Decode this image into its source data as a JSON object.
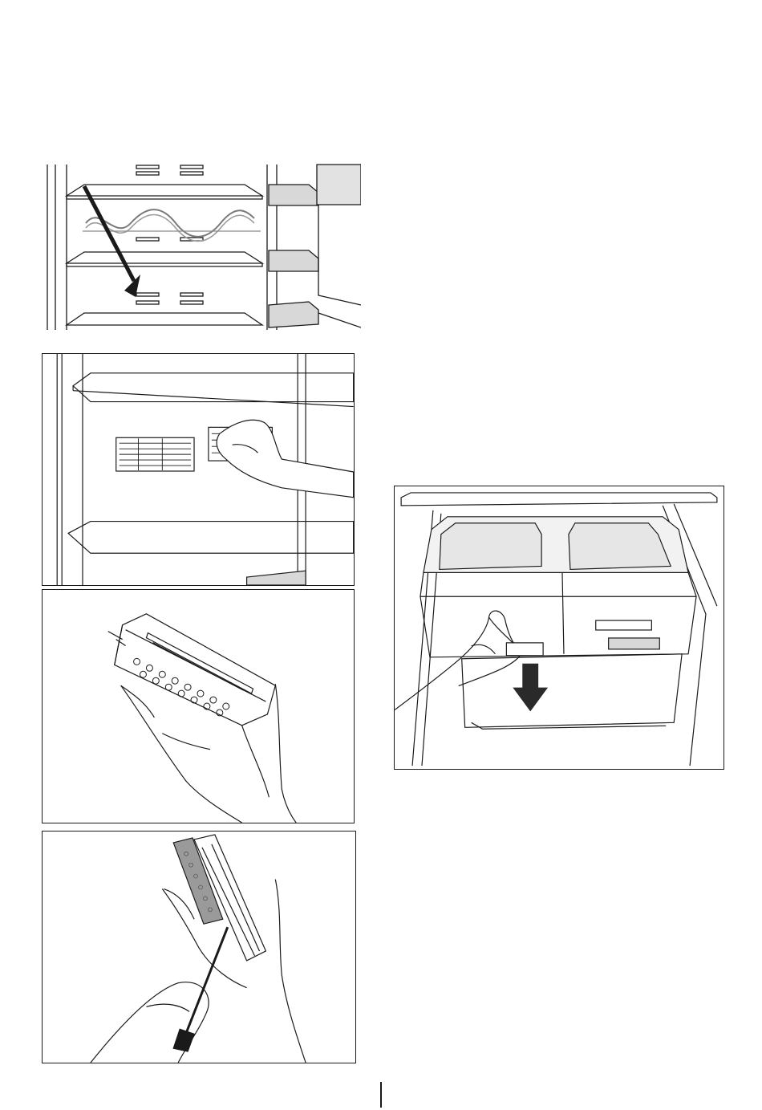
{
  "page": {
    "illustrations": [
      {
        "id": "shelf-fan-cover",
        "icon": "shelf-arrow-illustration"
      },
      {
        "id": "filter-removal",
        "icon": "hand-filter-illustration"
      },
      {
        "id": "filter-holder",
        "icon": "filter-holder-illustration"
      },
      {
        "id": "filter-replace",
        "icon": "filter-tool-illustration"
      },
      {
        "id": "drawer-removal",
        "icon": "drawer-pull-illustration"
      }
    ],
    "colors": {
      "line": "#1a1a1a",
      "shade": "#d8d8d8",
      "dark": "#4a4a4a"
    }
  }
}
